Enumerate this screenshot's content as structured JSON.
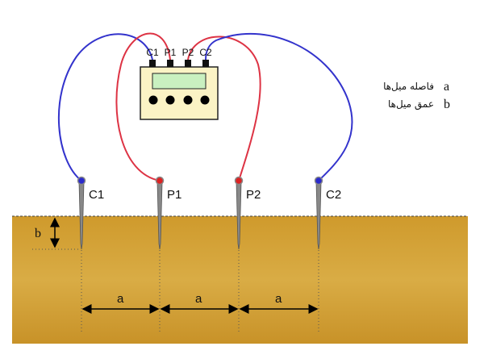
{
  "electrodes": [
    {
      "label": "C1",
      "color": "#2a2acc"
    },
    {
      "label": "P1",
      "color": "#dd2222"
    },
    {
      "label": "P2",
      "color": "#dd2222"
    },
    {
      "label": "C2",
      "color": "#2a2acc"
    }
  ],
  "meter": {
    "terminals": [
      "C1",
      "P1",
      "P2",
      "C2"
    ]
  },
  "spacing_label": "a",
  "depth_label": "b",
  "legend": [
    {
      "key": "a",
      "text": "فاصله میل‌ها"
    },
    {
      "key": "b",
      "text": "عمق میل‌ها"
    }
  ],
  "colors": {
    "current_wire": "#3333cc",
    "potential_wire": "#dd3344",
    "ground_top": "#d9a53a",
    "ground_bottom": "#b88418"
  }
}
